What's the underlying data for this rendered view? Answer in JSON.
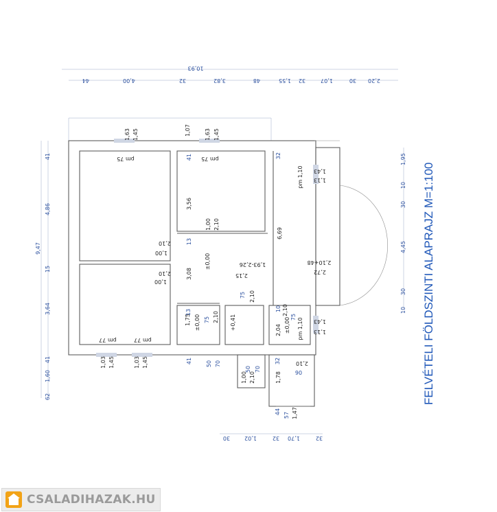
{
  "title": "FELVÉTELI FÖLDSZINTI ALAPRAJZ M=1:100",
  "watermark": {
    "text": "CSALADIHAZAK.HU",
    "icon": "house-icon",
    "brand_color": "#f2a317"
  },
  "dims": {
    "top_total": "10,93",
    "top": [
      "44",
      "4,00",
      "32",
      "3,82",
      "48",
      "1,55",
      "32",
      "1,07",
      "30",
      "2,20"
    ],
    "left": [
      "41",
      "4,86",
      "15",
      "3,64",
      "41",
      "1,60",
      "62"
    ],
    "left_total": "9,47",
    "right": [
      "1,95",
      "10",
      "30",
      "4,45",
      "30",
      "10"
    ],
    "bottom": [
      "30",
      "1,02",
      "32",
      "1,70",
      "32"
    ],
    "inner": [
      "1,63",
      "1,45",
      "1,07",
      "1,63",
      "1,45",
      "pm 75",
      "pm 75",
      "41",
      "32",
      "pm 1,10",
      "1,43",
      "1,13",
      "3,56",
      "6,69",
      "1,00",
      "2,10",
      "13",
      "2,10",
      "1,00",
      "±0,00",
      "2,10+48",
      "2,72",
      "1,93-2,26",
      "2,15",
      "2,10",
      "1,00",
      "3,08",
      "75",
      "2,10",
      "10",
      "75",
      "2,10",
      "1,75",
      "13",
      "75",
      "2,10",
      "±0,00",
      "+0,41",
      "2,04",
      "±0,00",
      "pm 1,10",
      "1,43",
      "1,13",
      "pm 77",
      "pm 77",
      "1,03",
      "1,45",
      "1,03",
      "1,45",
      "41",
      "50",
      "70",
      "32",
      "2,10",
      "06",
      "1,00",
      "2,10",
      "50",
      "70",
      "1,78",
      "44",
      "57",
      "1,47"
    ]
  }
}
